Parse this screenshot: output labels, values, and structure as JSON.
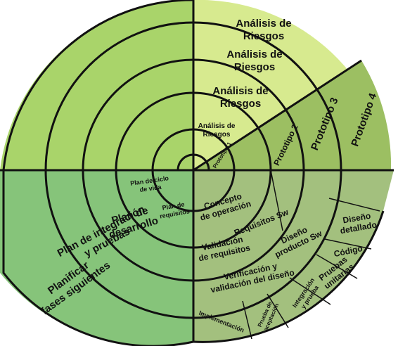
{
  "colors": {
    "q_upper_left": "#a9d46a",
    "q_upper_right_light": "#d7ea8f",
    "q_upper_right_dark": "#9cbf62",
    "q_lower_left": "#86c47a",
    "q_lower_right": "#a3c07e",
    "line": "#111111"
  },
  "risk_analysis": [
    {
      "line1": "Análisis de",
      "line2": "Riesgos"
    },
    {
      "line1": "Análisis de",
      "line2": "Riesgos"
    },
    {
      "line1": "Análisis de",
      "line2": "Riesgos"
    },
    {
      "line1": "Análisis de",
      "line2": "Riesgos"
    }
  ],
  "prototypes": [
    "Prototipo 1",
    "Prototipo 2",
    "Prototipo 3",
    "Prototipo 4"
  ],
  "planning": {
    "ciclo_vida": [
      "Plan de ciclo",
      "de vida"
    ],
    "requisitos": [
      "Plan de",
      "requisitos"
    ],
    "desarrollo": [
      "Plan de",
      "desarrollo"
    ],
    "integracion": [
      "Plan de integración",
      "y pruebas"
    ],
    "siguientes": [
      "Planificar",
      "fases siguientes"
    ]
  },
  "engineering": {
    "concepto": [
      "Concepto",
      "de operación"
    ],
    "requisitos_sw": "Requisitos Sw",
    "validacion_req": [
      "Validación",
      "de requisitos"
    ],
    "diseno_producto": [
      "Diseño",
      "producto Sw"
    ],
    "diseno_detallado": [
      "Diseño",
      "detallado"
    ],
    "codigo": "Código",
    "pruebas_unitarias": [
      "Pruebas",
      "unitarias"
    ],
    "verificacion": [
      "Verificación y",
      "validación del diseño"
    ],
    "integracion_prueba": [
      "Integración",
      "y prueba"
    ],
    "prueba_aceptacion": [
      "Prueba de",
      "aceptación"
    ],
    "implementacion": "Implementación"
  }
}
